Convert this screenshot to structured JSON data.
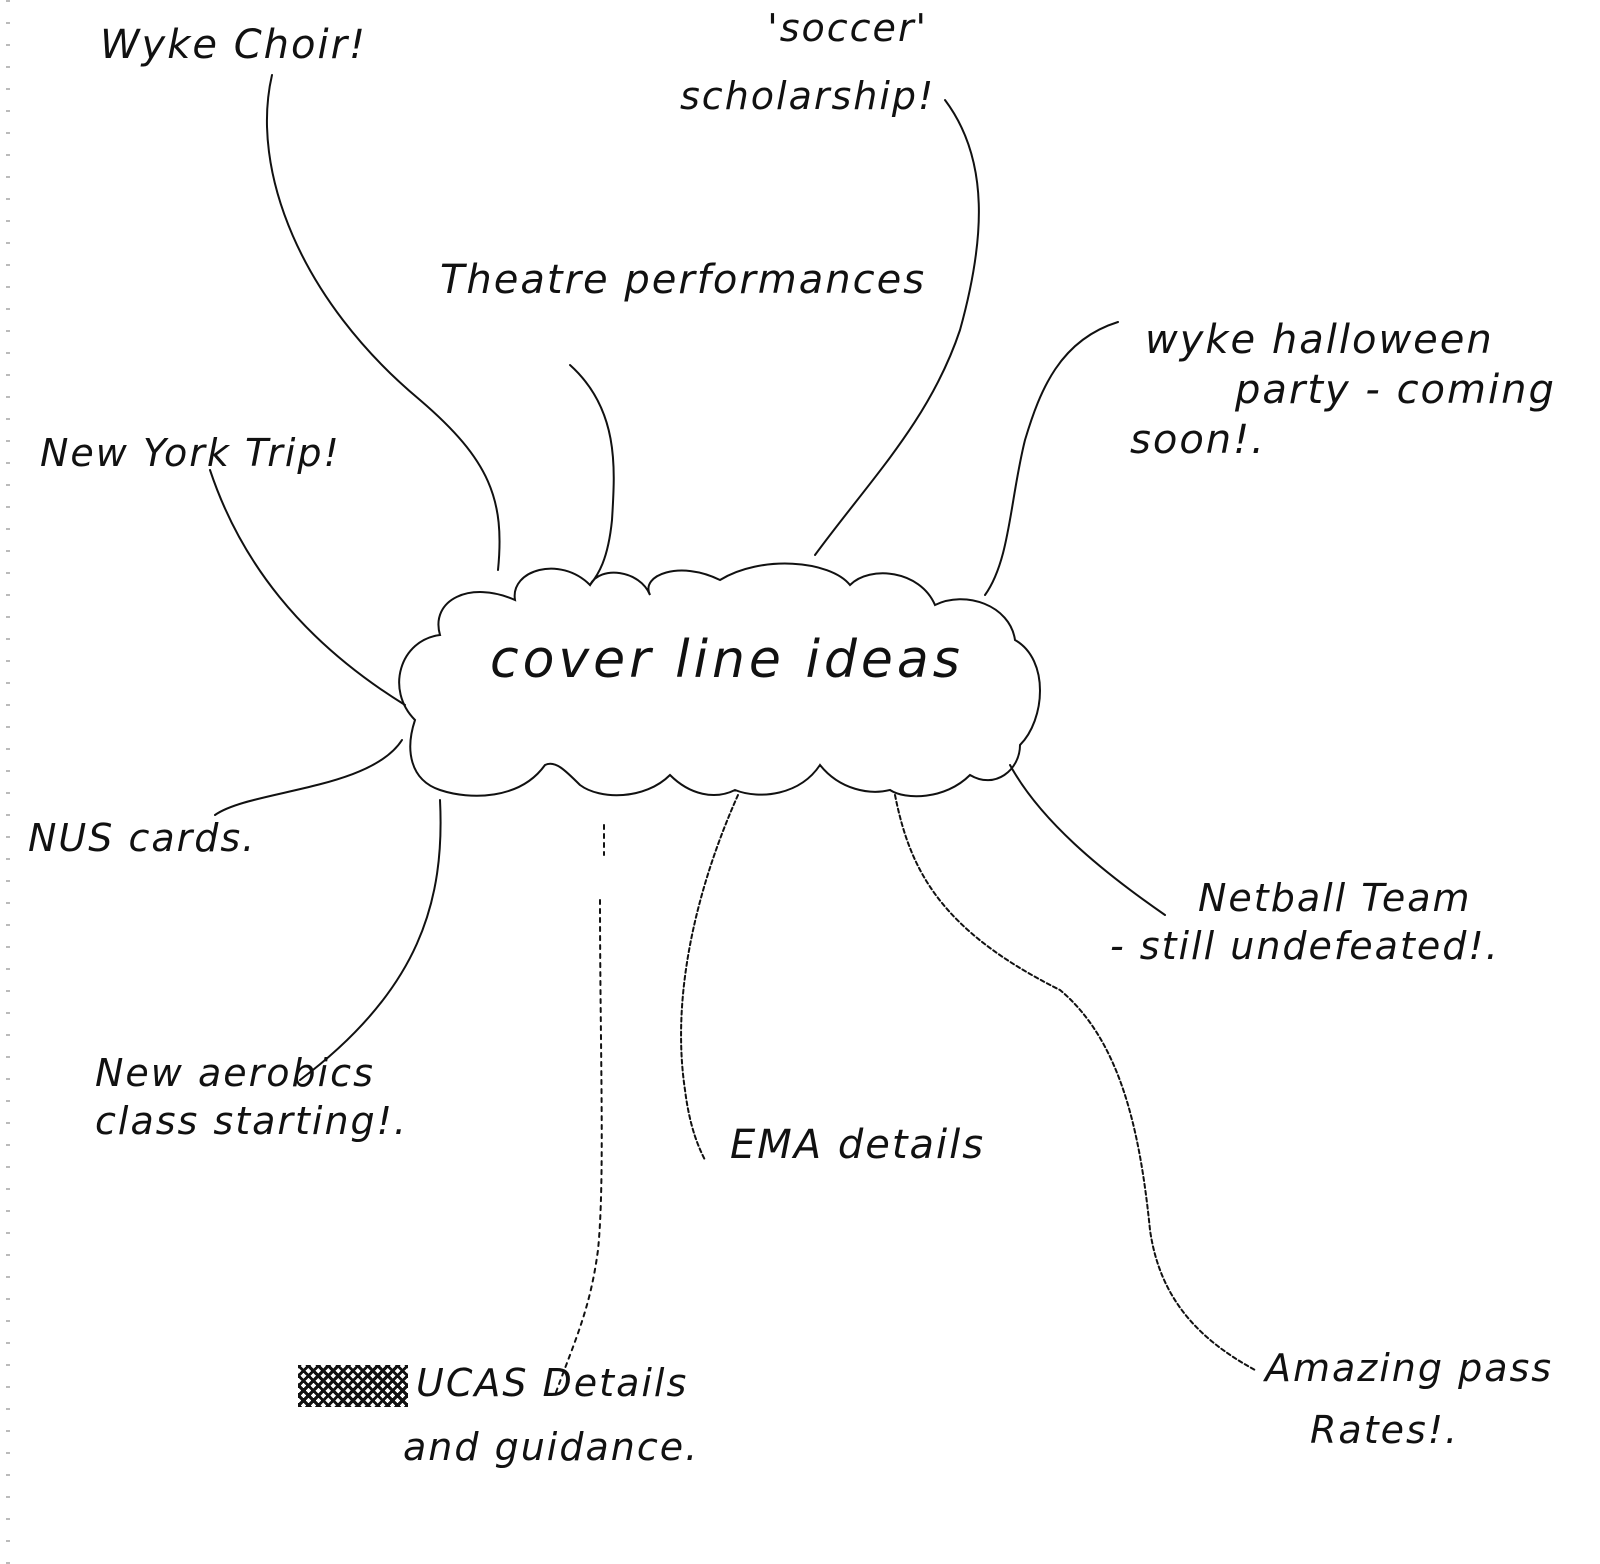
{
  "diagram": {
    "type": "mind-map",
    "style": "handwritten sketch, black ink on white paper",
    "colors": {
      "ink": "#111111",
      "paper": "#ffffff"
    },
    "center": {
      "label": "cover line ideas"
    },
    "branches": [
      {
        "id": "wyke-choir",
        "lines": [
          "Wyke Choir!"
        ]
      },
      {
        "id": "soccer-scholarship",
        "lines": [
          "'soccer'",
          "scholarship!"
        ]
      },
      {
        "id": "theatre-performances",
        "lines": [
          "Theatre  performances"
        ]
      },
      {
        "id": "wyke-halloween-party",
        "lines": [
          "wyke halloween",
          "party - coming",
          "soon!."
        ]
      },
      {
        "id": "new-york-trip",
        "lines": [
          "New York Trip!"
        ]
      },
      {
        "id": "nus-cards",
        "lines": [
          "NUS cards."
        ]
      },
      {
        "id": "netball-team",
        "lines": [
          "Netball Team",
          "- still undefeated!."
        ]
      },
      {
        "id": "new-aerobics-class",
        "lines": [
          "New aerobics",
          "class starting!."
        ]
      },
      {
        "id": "ema-details",
        "lines": [
          "EMA details"
        ]
      },
      {
        "id": "ucas-details",
        "lines": [
          "UCAS Details",
          "and guidance."
        ],
        "has_scribble": true
      },
      {
        "id": "amazing-pass-rates",
        "lines": [
          "Amazing pass",
          "Rates!."
        ]
      }
    ]
  }
}
